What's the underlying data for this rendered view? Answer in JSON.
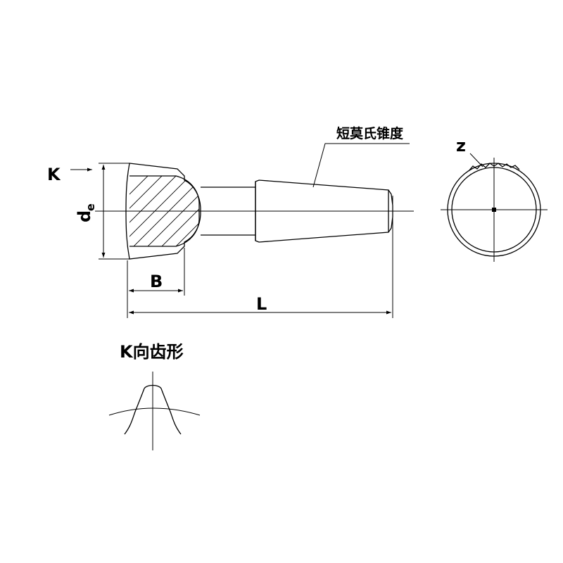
{
  "labels": {
    "k_arrow": "K",
    "de_main": "d",
    "de_sub": "e",
    "b_dim": "B",
    "l_dim": "L",
    "taper_note": "短莫氏锥度",
    "z_label": "z",
    "k_view_title": "K向齿形"
  },
  "colors": {
    "line": "#000000",
    "background": "#ffffff"
  }
}
